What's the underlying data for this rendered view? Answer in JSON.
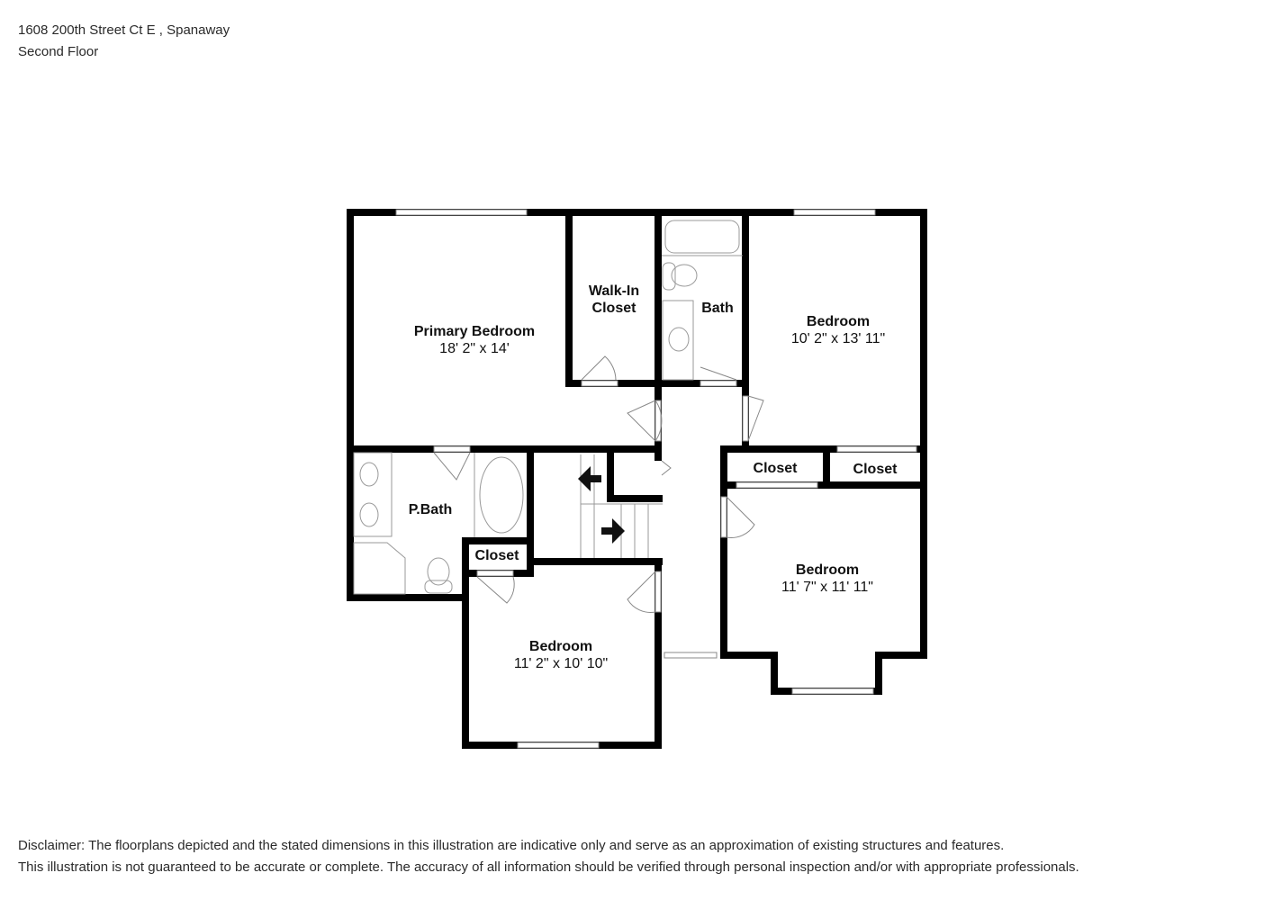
{
  "header": {
    "address": "1608 200th Street Ct E , Spanaway",
    "floor": "Second Floor"
  },
  "rooms": [
    {
      "name": "Primary Bedroom",
      "dimensions": "18' 2\" x 14'"
    },
    {
      "name": "Walk-In",
      "name2": "Closet"
    },
    {
      "name": "Bath"
    },
    {
      "name": "Bedroom",
      "dimensions": "10' 2\" x 13' 11\""
    },
    {
      "name": "P.Bath"
    },
    {
      "name": "Closet"
    },
    {
      "name": "Bedroom",
      "dimensions": "11' 2\" x 10' 10\""
    },
    {
      "name": "Closet"
    },
    {
      "name": "Closet"
    },
    {
      "name": "Bedroom",
      "dimensions": "11' 7\" x 11' 11\""
    }
  ],
  "stairs": {
    "arrows": [
      "arrow-left",
      "arrow-right"
    ]
  },
  "colors": {
    "wall": "#000000",
    "fixture": "#888888",
    "background": "#ffffff"
  },
  "disclaimer": {
    "line1": "Disclaimer: The floorplans depicted and the stated dimensions in this illustration are indicative only and serve as an approximation of existing structures and features.",
    "line2": "This illustration is not guaranteed to be accurate or complete. The accuracy of all information should be verified through personal inspection and/or with appropriate professionals."
  }
}
